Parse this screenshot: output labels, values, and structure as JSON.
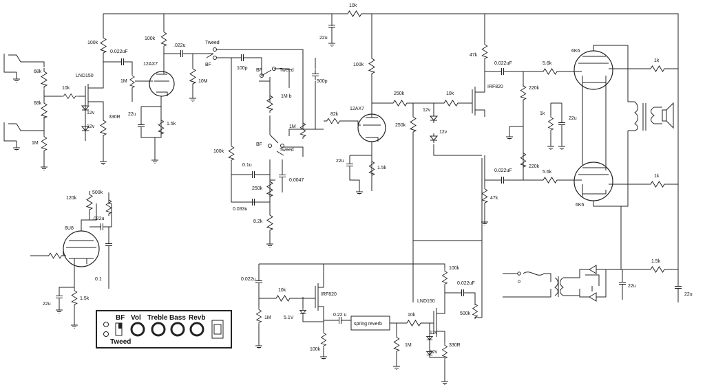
{
  "top": {
    "r_feedback": "10k",
    "c_filter": "22u"
  },
  "input": {
    "r_68k_a": "68k",
    "r_68k_b": "68k",
    "r_1m": "1M",
    "r_10k": "10k"
  },
  "lnd1": {
    "label": "LND150",
    "r_100k": "100k",
    "c_022": "0.022uF",
    "pot_1m": "1M",
    "z1": "12v",
    "z2": "12v",
    "r_330": "330R"
  },
  "v1": {
    "label": "12AX7",
    "r_100k": "100k",
    "c_022": ".022u",
    "r_10m": "10M",
    "c_22u": "22u",
    "r_15k": "1.5k"
  },
  "switch": {
    "tweed": "Tweed",
    "bf": "BF"
  },
  "tone": {
    "c_100p": "100p",
    "c_500p": "500p",
    "bf1": "BF",
    "tweed1": "Tweed",
    "pot_1mb": "1M b",
    "pot_1m": "1M",
    "bf2": "BF",
    "tweed2": "Tweed",
    "r_100k": "100k",
    "c_01u": "0.1u",
    "pot_250k": "250k",
    "c_0033u": "0.033u",
    "r_82k": "8.2k",
    "c_00047": "0.0047"
  },
  "v2": {
    "label": "12AX7",
    "r_82k": "82k",
    "r_100k": "100k",
    "c_22u": "22u",
    "r_15k": "1.5k"
  },
  "pi": {
    "r_250k_a": "250k",
    "r_250k_b": "250k",
    "r_10k": "10k",
    "z1": "12v",
    "z2": "12v",
    "mosfet": "IRF820",
    "r_47k_a": "47k",
    "r_47k_b": "47k",
    "c_a": "0.022uF",
    "c_b": "0.022uF",
    "r_220k_a": "220k",
    "r_220k_b": "220k",
    "r_1k": "1k",
    "c_22u": "22u",
    "r_56k_a": "5.6k",
    "r_56k_b": "5.6k"
  },
  "power": {
    "tube_a": "6K6",
    "tube_b": "6K6",
    "r_1k_a": "1k",
    "r_1k_b": "1k"
  },
  "rectifier": {
    "switch_0": "0",
    "r_15k": "1.5k",
    "c_22u_a": "22u",
    "c_22u_b": "22u"
  },
  "v6u8": {
    "label": "6U8",
    "r_120k": "120k",
    "r_500k": "500k",
    "c_022": ".022u",
    "c_01": "0.1",
    "c_22u": "22u",
    "r_15k": "1.5k"
  },
  "reverb": {
    "c_022": "0.022u",
    "r_10k": "10k",
    "r_1m": "1M",
    "z_51": "5.1V",
    "mosfet": "IRF820",
    "c_022u": "0.22 u",
    "tank": "spring reverb",
    "r_100k": "100k",
    "r_10k_b": "10k",
    "r_1m_b": "1M",
    "lnd": "LND150",
    "r_100k_b": "100k",
    "c_022uf": "0.022uF",
    "pot_500k": "500k",
    "z1": "12v",
    "z2": "12v",
    "r_330": "330R"
  },
  "panel": {
    "bf": "BF",
    "vol": "Vol",
    "treble": "Treble",
    "bass": "Bass",
    "revb": "Revb",
    "tweed": "Tweed"
  }
}
